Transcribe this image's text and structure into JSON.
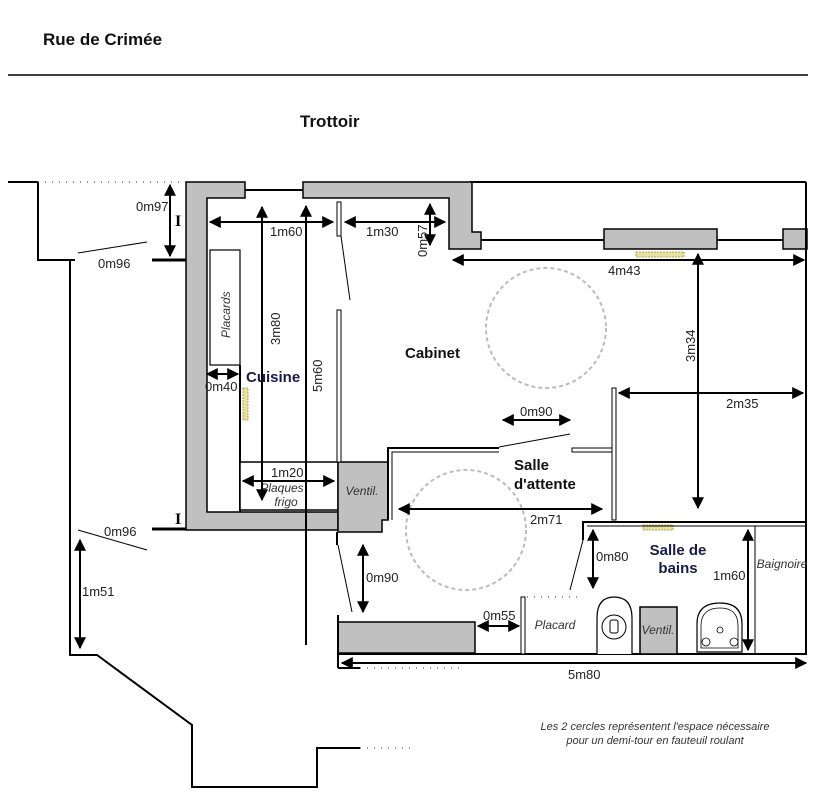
{
  "header": {
    "street": "Rue de Crimée",
    "sidewalk": "Trottoir"
  },
  "rooms": {
    "cabinet": "Cabinet",
    "cuisine": "Cuisine",
    "salle_attente_1": "Salle",
    "salle_attente_2": "d'attente",
    "salle_bains_1": "Salle de",
    "salle_bains_2": "bains"
  },
  "fixtures": {
    "placards": "Placards",
    "plaques_1": "Plaques",
    "plaques_2": "frigo",
    "ventil_kitchen": "Ventil.",
    "placard": "Placard",
    "ventil_bath": "Ventil.",
    "baignoire": "Baignoire",
    "entrance_marker_top": "I",
    "entrance_marker_bottom": "I"
  },
  "dimensions": {
    "d_0m97": "0m97",
    "d_0m96_top": "0m96",
    "d_1m60_top": "1m60",
    "d_1m30": "1m30",
    "d_0m57": "0m57",
    "d_4m43": "4m43",
    "d_3m80": "3m80",
    "d_5m60": "5m60",
    "d_3m34": "3m34",
    "d_0m40": "0m40",
    "d_2m35": "2m35",
    "d_0m90_door": "0m90",
    "d_1m20": "1m20",
    "d_2m71": "2m71",
    "d_0m96_bottom": "0m96",
    "d_1m51": "1m51",
    "d_0m90_left": "0m90",
    "d_0m80": "0m80",
    "d_1m60_bath": "1m60",
    "d_0m55": "0m55",
    "d_5m80": "5m80"
  },
  "note": {
    "line1": "Les 2 cercles représentent l'espace nécessaire",
    "line2": "pour un demi-tour en fauteuil roulant"
  },
  "colors": {
    "wall": "#c0c0c0",
    "circle": "#bbbbbb",
    "room_label_navy": "#1a1a4a"
  }
}
